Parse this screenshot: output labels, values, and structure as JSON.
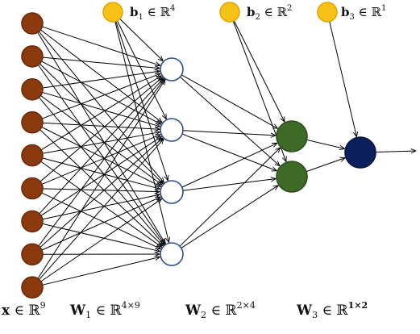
{
  "diagram": {
    "title": "",
    "layers": {
      "input": {
        "count": 9,
        "color": "#8b3a0f",
        "stroke": "#6a2a08"
      },
      "hidden1": {
        "count": 4,
        "fill": "#ffffff",
        "stroke": "#2e4f8a"
      },
      "hidden2": {
        "count": 2,
        "color": "#3e6a28",
        "stroke": "#2c4e1c"
      },
      "output": {
        "count": 1,
        "color": "#0b1f5c",
        "stroke": "#061240"
      }
    },
    "bias": {
      "color": "#f6c21a",
      "items": [
        {
          "var": "b",
          "sub": "1",
          "set": " ∈ ℝ",
          "sup": "4"
        },
        {
          "var": "b",
          "sub": "2",
          "set": " ∈ ℝ",
          "sup": "2"
        },
        {
          "var": "b",
          "sub": "3",
          "set": " ∈ ℝ",
          "sup": "1"
        }
      ]
    },
    "labels": {
      "x": {
        "var": "x",
        "set": " ∈ ℝ",
        "sup": "9"
      },
      "W1": {
        "var": "W",
        "sub": "1",
        "set": " ∈ ℝ",
        "sup": "4×9"
      },
      "W2": {
        "var": "W",
        "sub": "2",
        "set": " ∈ ℝ",
        "sup": "2×4"
      },
      "W3": {
        "var": "W",
        "sub": "3",
        "set": " ∈ ℝ",
        "sup": "1×2"
      }
    }
  }
}
